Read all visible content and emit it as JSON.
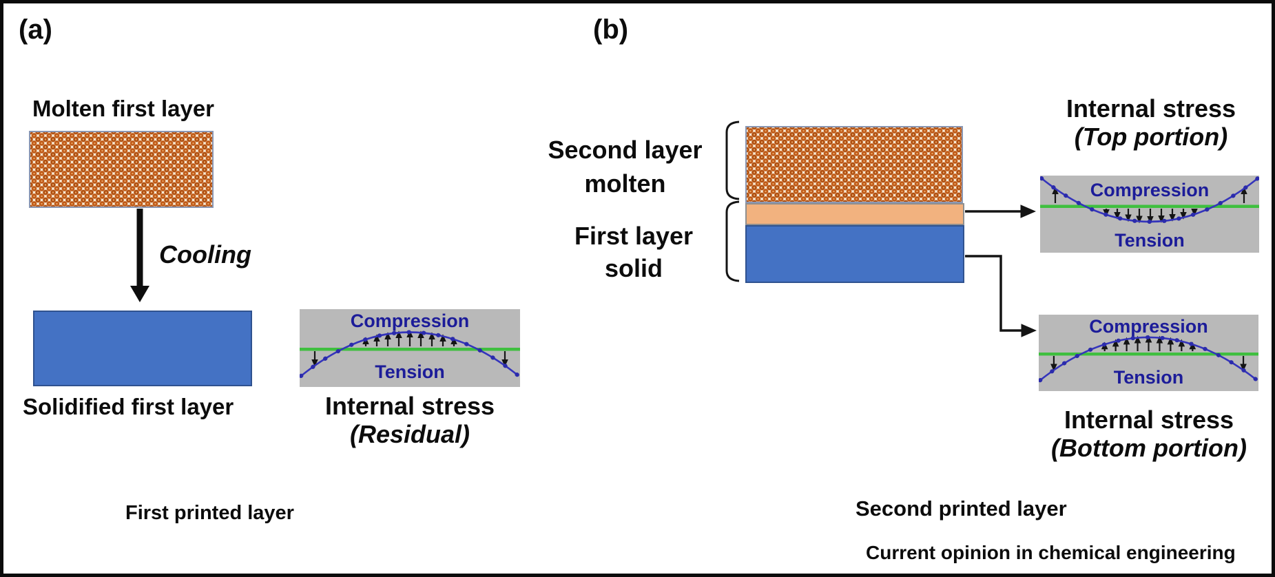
{
  "panel_a": {
    "label": "(a)",
    "molten_layer_label": "Molten first layer",
    "cooling_label": "Cooling",
    "solidified_layer_label": "Solidified first layer",
    "stress_diagram": {
      "compression": "Compression",
      "tension": "Tension",
      "title": "Internal stress",
      "subtitle": "(Residual)"
    },
    "caption": "First printed layer"
  },
  "panel_b": {
    "label": "(b)",
    "second_layer_label": {
      "line1": "Second layer",
      "line2": "molten"
    },
    "first_layer_label": {
      "line1": "First layer",
      "line2": "solid"
    },
    "stress_diagram_top": {
      "title": "Internal stress",
      "subtitle": "(Top portion)",
      "compression": "Compression",
      "tension": "Tension"
    },
    "stress_diagram_bottom": {
      "title": "Internal stress",
      "subtitle": "(Bottom portion)",
      "compression": "Compression",
      "tension": "Tension"
    },
    "caption": "Second printed layer",
    "journal_note": "Current opinion in chemical engineering"
  },
  "colors": {
    "molten_dot_orange": "#c05a17",
    "molten_bg": "#f8ecd8",
    "interface_peach": "#f2b27f",
    "solid_blue": "#4472c4",
    "solid_blue_border": "#2f528f",
    "stress_box_gray": "#b9b9b9",
    "neutral_axis_green": "#3fbf3f",
    "stress_label_navy": "#1c1c99",
    "stress_curve_blue": "#3434bb",
    "arrow_black": "#111111"
  }
}
